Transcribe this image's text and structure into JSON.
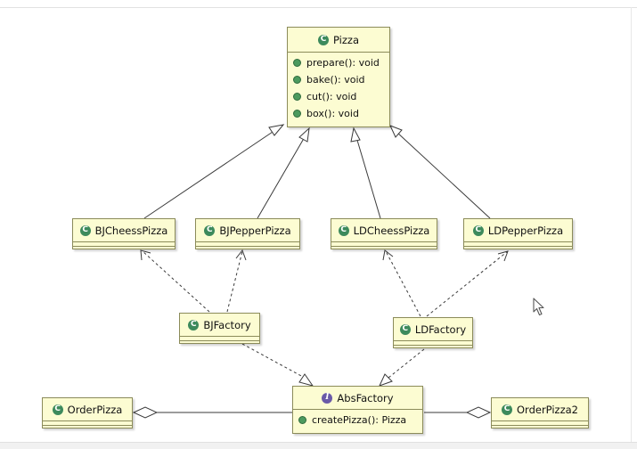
{
  "diagram": {
    "classes": {
      "pizza": {
        "name": "Pizza",
        "methods": [
          "prepare(): void",
          "bake(): void",
          "cut(): void",
          "box(): void"
        ]
      },
      "bj_cheess_pizza": {
        "name": "BJCheessPizza"
      },
      "bj_pepper_pizza": {
        "name": "BJPepperPizza"
      },
      "ld_cheess_pizza": {
        "name": "LDCheessPizza"
      },
      "ld_pepper_pizza": {
        "name": "LDPepperPizza"
      },
      "bj_factory": {
        "name": "BJFactory"
      },
      "ld_factory": {
        "name": "LDFactory"
      },
      "abs_factory": {
        "name": "AbsFactory",
        "methods": [
          "createPizza(): Pizza"
        ]
      },
      "order_pizza": {
        "name": "OrderPizza"
      },
      "order_pizza2": {
        "name": "OrderPizza2"
      }
    },
    "badges": {
      "class": "C",
      "interface": "I"
    },
    "colors": {
      "class_fill": "#fcfcd2",
      "class_border": "#8b8b5a",
      "class_badge": "#3d8a5c",
      "interface_badge": "#6a5aa8",
      "method_dot": "#4c9a5e",
      "connector": "#3a3a3a"
    }
  }
}
